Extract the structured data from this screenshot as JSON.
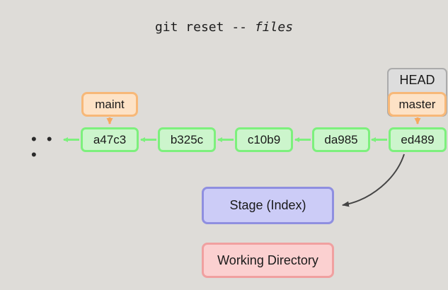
{
  "title": {
    "prefix": "git reset -- ",
    "italic_part": "files",
    "full": "git reset -- files"
  },
  "colors": {
    "background": "#dedcd8",
    "commit_fill": "#ccf5cc",
    "commit_border": "#7df07d",
    "branch_fill": "#fde2c6",
    "branch_border": "#f7b878",
    "head_fill": "#dddddd",
    "head_border": "#ababab",
    "stage_fill": "#ccccf7",
    "stage_border": "#8f8fe0",
    "working_fill": "#fbd0d0",
    "working_border": "#f0a0a0",
    "arrow_green": "#7df07d",
    "arrow_orange": "#f7a85c",
    "arrow_dark": "#444444",
    "text": "#1a1a1a"
  },
  "history": {
    "ellipsis": "• • •",
    "commits": [
      {
        "id": "c0",
        "label": "a47c3"
      },
      {
        "id": "c1",
        "label": "b325c"
      },
      {
        "id": "c2",
        "label": "c10b9"
      },
      {
        "id": "c3",
        "label": "da985"
      },
      {
        "id": "c4",
        "label": "ed489"
      }
    ]
  },
  "refs": {
    "maint": "maint",
    "master": "master",
    "head": "HEAD"
  },
  "areas": {
    "stage": "Stage (Index)",
    "working": "Working Directory"
  }
}
